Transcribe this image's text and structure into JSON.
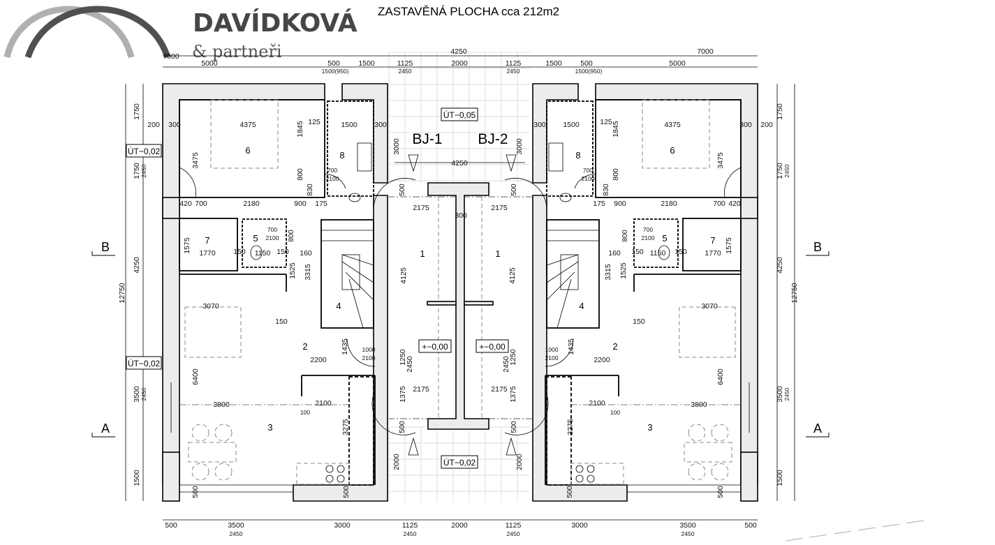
{
  "header": {
    "brand": "DAVÍDKOVÁ",
    "brand_sub": "& partneři",
    "title": "ZASTAVĚNÁ PLOCHA cca 212m2"
  },
  "colors": {
    "logo_light": "#b0b0b0",
    "logo_dark": "#505050",
    "wall_fill": "#ececec"
  },
  "units": [
    "BJ-1",
    "BJ-2"
  ],
  "levels": {
    "entrance_top": "ÚT−0,05",
    "entrance_bottom": "ÚT−0,02",
    "left_upper": "ÚT−0,02",
    "left_lower": "ÚT−0,02",
    "hall_bj1": "+−0,00",
    "hall_bj2": "+−0,00"
  },
  "sections": {
    "b_left": "B",
    "b_right": "B",
    "a_left": "A",
    "a_right": "A"
  },
  "rooms_left": [
    "6",
    "8",
    "7",
    "5",
    "4",
    "2",
    "3",
    "1"
  ],
  "rooms_right": [
    "6",
    "8",
    "7",
    "5",
    "4",
    "2",
    "3",
    "1"
  ],
  "dims_top": [
    "7000",
    "4250",
    "7000",
    "5000",
    "500",
    "1500",
    "1125",
    "2000",
    "1125",
    "1500",
    "500",
    "5000",
    "1500(950)",
    "2450",
    "2450",
    "1500(950)"
  ],
  "dims_bottom": [
    "500",
    "3500",
    "3000",
    "1125",
    "2000",
    "1125",
    "3000",
    "3500",
    "500",
    "2450",
    "2450",
    "2450",
    "2450"
  ],
  "dims_vertical_left": [
    "1750",
    "1750",
    "2450",
    "4250",
    "3500",
    "2450",
    "1500",
    "12750"
  ],
  "dims_vertical_right": [
    "1750",
    "1750",
    "2450",
    "4250",
    "3500",
    "2450",
    "1500",
    "12750"
  ],
  "dims_left": [
    "200",
    "300",
    "4375",
    "125",
    "1500",
    "300",
    "1845",
    "3475",
    "800",
    "700",
    "2100",
    "830",
    "420",
    "700",
    "2180",
    "900",
    "175",
    "1575",
    "1770",
    "150",
    "1150",
    "150",
    "160",
    "700",
    "2100",
    "800",
    "1525",
    "3315",
    "3070",
    "150",
    "2200",
    "1000",
    "2100",
    "1435",
    "6400",
    "3800",
    "2100",
    "100",
    "3275",
    "500",
    "500",
    "4125",
    "1250",
    "2450",
    "1375",
    "500",
    "2175",
    "2175",
    "3000",
    "500",
    "2000"
  ],
  "dims_right": [
    "200",
    "300",
    "4375",
    "125",
    "1500",
    "300",
    "1845",
    "3475",
    "800",
    "700",
    "2100",
    "830",
    "420",
    "700",
    "2180",
    "900",
    "175",
    "1575",
    "1770",
    "150",
    "1150",
    "150",
    "160",
    "700",
    "2100",
    "800",
    "1525",
    "3315",
    "3070",
    "150",
    "2200",
    "1000",
    "2100",
    "1435",
    "6400",
    "3800",
    "2100",
    "100",
    "3275",
    "500",
    "500",
    "4125",
    "1250",
    "2450",
    "1375",
    "500",
    "2175",
    "2175",
    "3000",
    "500",
    "2000"
  ],
  "dims_center": [
    "4250",
    "300"
  ]
}
